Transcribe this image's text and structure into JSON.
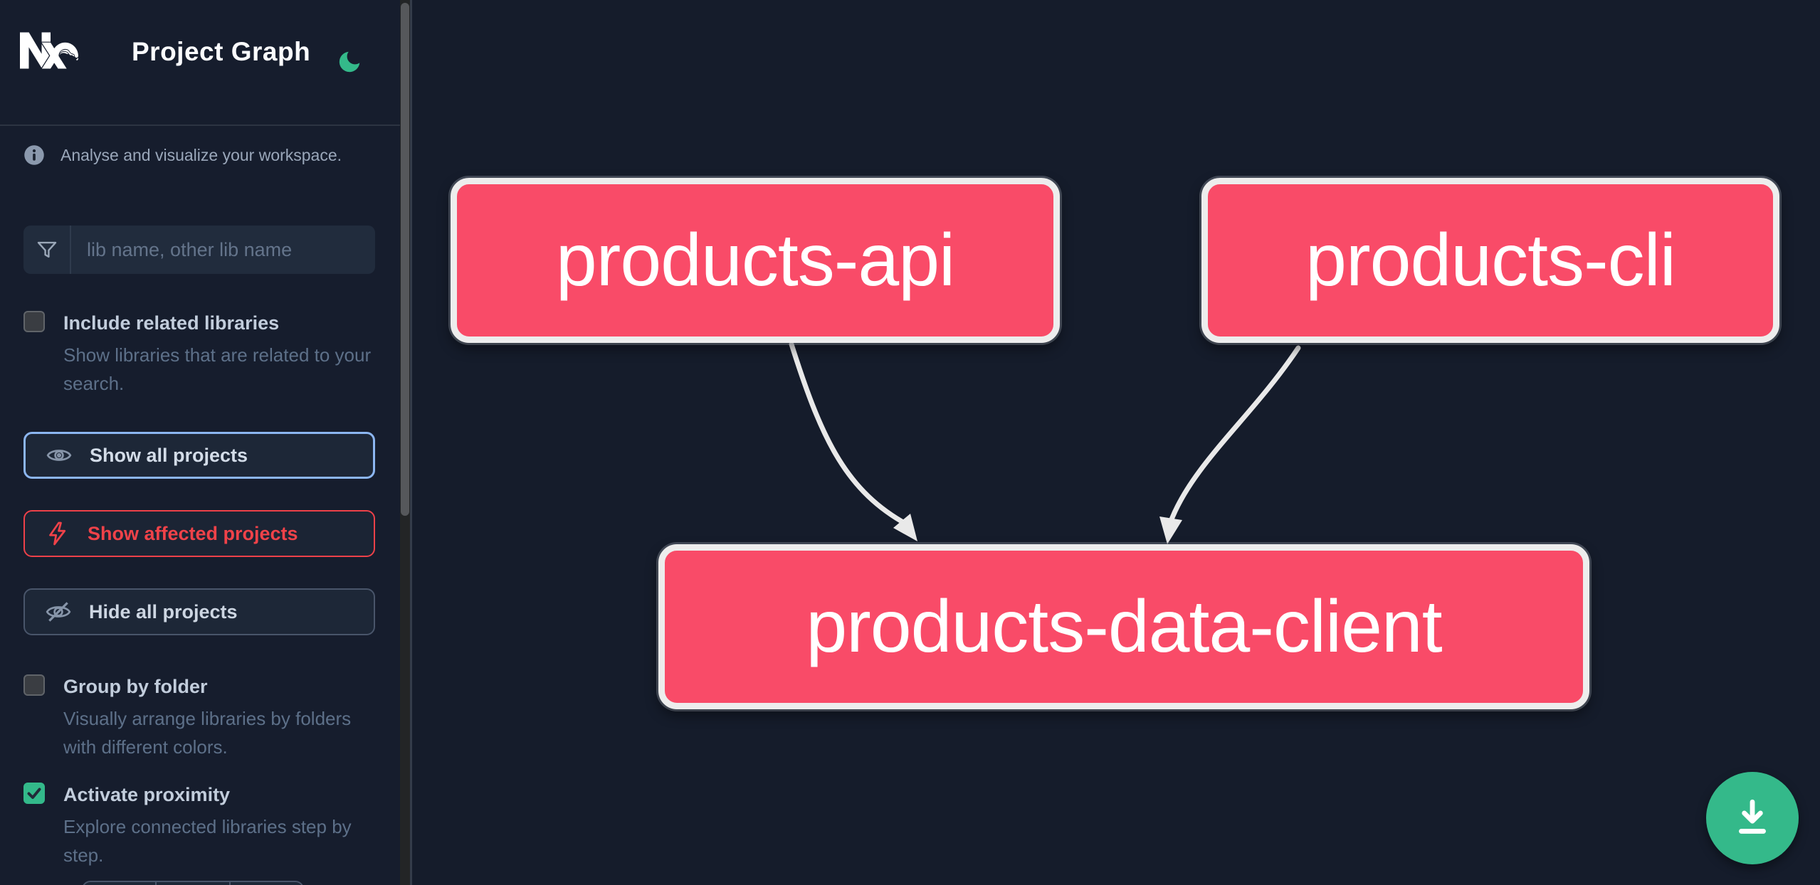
{
  "app": {
    "title": "Project Graph"
  },
  "sidebar": {
    "info_text": "Analyse and visualize your workspace.",
    "search": {
      "placeholder": "lib name, other lib name",
      "value": ""
    },
    "toggles": {
      "include_related": {
        "label": "Include related libraries",
        "description": "Show libraries that are related to your search.",
        "checked": false
      },
      "group_by_folder": {
        "label": "Group by folder",
        "description": "Visually arrange libraries by folders with different colors.",
        "checked": false
      },
      "activate_proximity": {
        "label": "Activate proximity",
        "description": "Explore connected libraries step by step.",
        "checked": true
      }
    },
    "buttons": {
      "show_all": "Show all projects",
      "show_affected": "Show affected projects",
      "hide_all": "Hide all projects"
    },
    "icons": [
      "nx-logo",
      "moon-icon",
      "info-icon",
      "filter-funnel-icon",
      "eye-icon",
      "lightning-bolt-icon",
      "eye-off-icon"
    ]
  },
  "graph": {
    "nodes": [
      {
        "id": "products-api",
        "label": "products-api"
      },
      {
        "id": "products-cli",
        "label": "products-cli"
      },
      {
        "id": "products-data-client",
        "label": "products-data-client"
      }
    ],
    "edges": [
      {
        "source": "products-api",
        "target": "products-data-client"
      },
      {
        "source": "products-cli",
        "target": "products-data-client"
      }
    ],
    "download_icon": "download-icon"
  },
  "colors": {
    "background": "#151c2b",
    "node_fill": "#f94b68",
    "node_border": "#ededed",
    "accent_green": "#34b98a",
    "focus_blue_border": "#8cb6f1",
    "affected_red": "#ef4249",
    "edge_white": "#e9e9e9"
  }
}
